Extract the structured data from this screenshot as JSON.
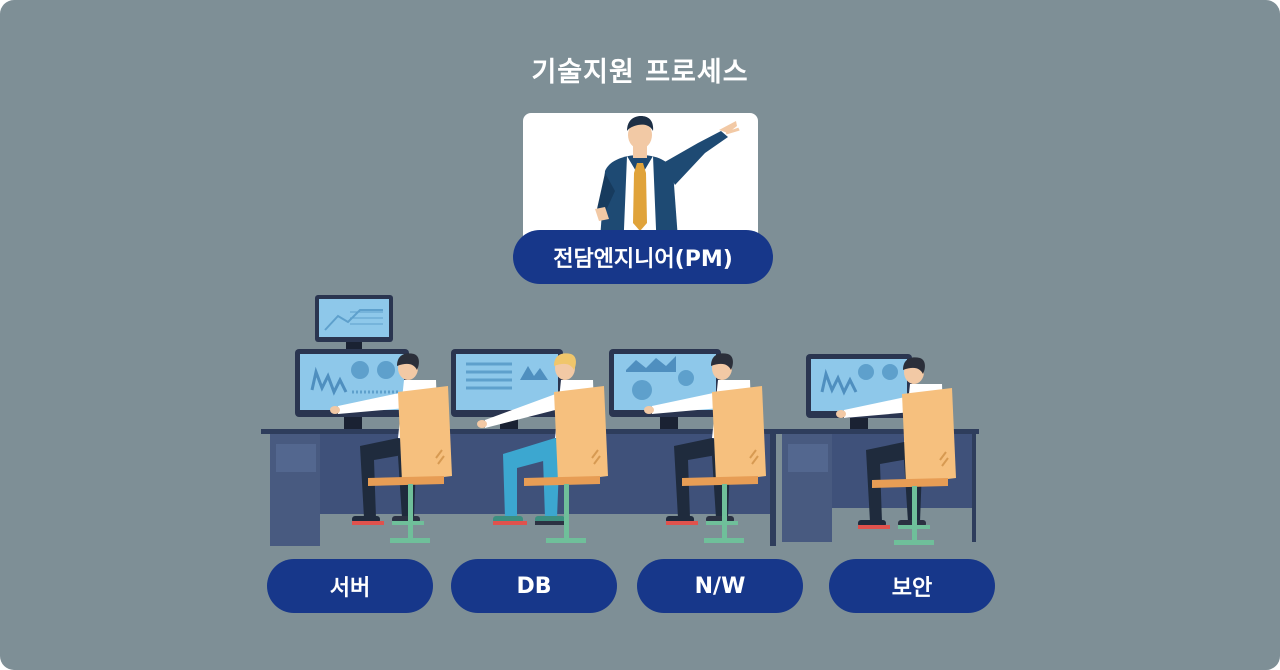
{
  "title": "기술지원 프로세스",
  "pm": {
    "label": "전담엔지니어(PM)"
  },
  "teams": [
    {
      "label": "서버"
    },
    {
      "label": "DB"
    },
    {
      "label": "N/W"
    },
    {
      "label": "보안"
    }
  ],
  "colors": {
    "background": "#7e8f96",
    "pill": "#17378a",
    "pill_text": "#ffffff",
    "monitor_screen": "#8ec8ea",
    "desk_top": "#2e3d5c",
    "desk_panel": "#3f517a",
    "chair": "#f6c07e",
    "suit": "#1e4a73",
    "tie": "#e0a33a"
  }
}
